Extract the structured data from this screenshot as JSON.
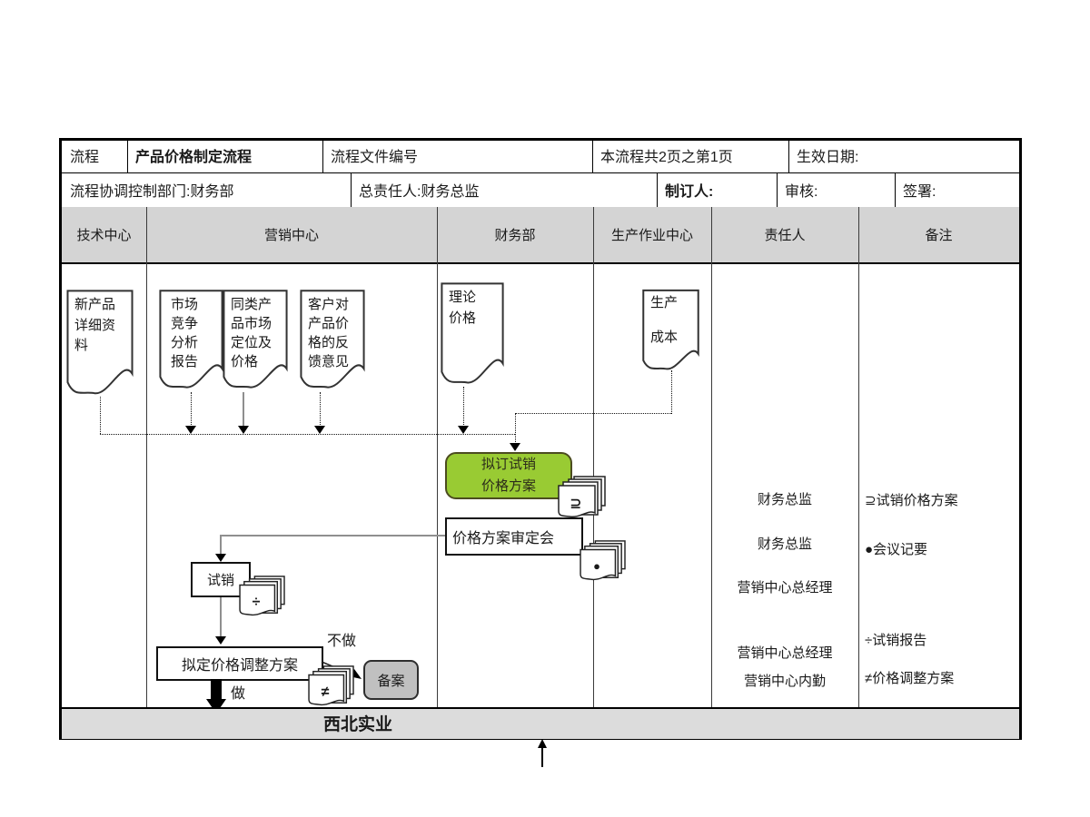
{
  "header": {
    "label": "流程",
    "title": "产品价格制定流程",
    "doc_no_label": "流程文件编号",
    "pages_label": "本流程共2页之第1页",
    "effective_label": "生效日期:",
    "dept_label": "流程协调控制部门:财务部",
    "owner_label": "总责任人:财务总监",
    "maker_label": "制订人:",
    "review_label": "审核:",
    "sign_label": "签署:"
  },
  "lanes": [
    "技术中心",
    "营销中心",
    "财务部",
    "生产作业中心",
    "责任人",
    "备注"
  ],
  "docs": {
    "new_product": "新产品\n详细资\n料",
    "market_competition": "市场\n竞争\n分析\n报告",
    "similar_products": "同类产\n品市场\n定位及\n价格",
    "customer_feedback": "客户对\n产品价\n格的反\n馈意见",
    "theoretical_price": "理论\n价格",
    "production_cost": "生产\n\n成本"
  },
  "steps": {
    "draft_trial_price": "拟订试销\n价格方案",
    "price_review_meeting": "价格方案审定会",
    "trial_sale": "试销",
    "draft_price_adjustment": "拟定价格调整方案",
    "filing": "备案"
  },
  "branch_labels": {
    "no_do": "不做",
    "do": "做"
  },
  "stack_glyphs": {
    "trial_price_plan": "⊇",
    "meeting_minutes": "●",
    "trial_report": "÷",
    "adjustment_plan": "≠"
  },
  "responsible": [
    "财务总监",
    "财务总监",
    "营销中心总经理",
    "营销中心总经理",
    "营销中心内勤"
  ],
  "notes": [
    "⊇试销价格方案",
    "●会议记要",
    "÷试销报告",
    "≠价格调整方案"
  ],
  "footer": {
    "company": "西北实业"
  },
  "colors": {
    "highlight_green": "#99cb33",
    "lane_header_bg": "#d4d4d4",
    "footer_bg": "#dcdcdc",
    "filing_bg": "#c0c0c0"
  }
}
